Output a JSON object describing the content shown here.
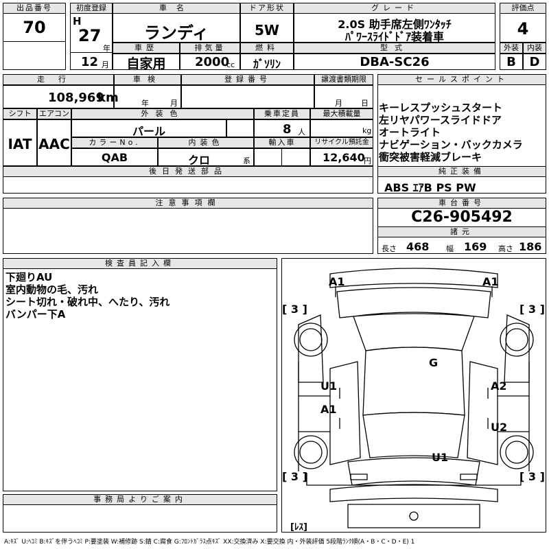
{
  "header": {
    "lot_label": "出品番号",
    "lot_no": "70",
    "first_reg_label": "初度登録",
    "era": "H",
    "year": "27",
    "year_unit": "年",
    "month": "12",
    "month_unit": "月",
    "car_name_label": "車名",
    "car_name": "ランディ",
    "door_label": "ドア形状",
    "door": "5W",
    "grade_label": "グレード",
    "grade_line1": "2.0S 助手席左側ﾜﾝﾀｯﾁ",
    "grade_line2": "ﾊﾟﾜｰｽﾗｲﾄﾞﾄﾞｱ装着車",
    "score_label": "評価点",
    "score": "4",
    "history_label": "車歴",
    "history": "自家用",
    "displacement_label": "排気量",
    "displacement": "2000",
    "displacement_unit": "cc",
    "fuel_label": "燃料",
    "fuel": "ｶﾞｿﾘﾝ",
    "model_label": "型式",
    "model": "DBA-SC26",
    "exterior_grade_label": "外装",
    "exterior_grade": "B",
    "interior_grade_label": "内装",
    "interior_grade": "D"
  },
  "row2": {
    "mileage_label": "走行",
    "mileage": "108,969",
    "mileage_unit": "km",
    "inspection_label": "車検",
    "insp_year_unit": "年",
    "insp_month_unit": "月",
    "reg_no_label": "登録番号",
    "transfer_label": "譲渡書類期限",
    "transfer_month_unit": "月",
    "transfer_day_unit": "日",
    "shift_label": "シフト",
    "shift": "IAT",
    "ac_label": "エアコン",
    "ac": "AAC",
    "color_label": "外装色",
    "color": "パール",
    "capacity_label": "乗車定員",
    "capacity": "8",
    "capacity_unit": "人",
    "max_load_label": "最大積載量",
    "max_load_unit": "kg",
    "color_no_label": "カラーNo.",
    "color_no": "QAB",
    "interior_color_label": "内装色",
    "interior_color": "クロ",
    "interior_color_unit": "系",
    "import_label": "輸入車",
    "recycle_label": "リサイクル預託金",
    "recycle": "12,640",
    "recycle_unit": "円",
    "later_parts_label": "後日発送部品"
  },
  "sales": {
    "label": "セールスポイント",
    "points": [
      "キーレスプッシュスタート",
      "左リヤパワースライドドア",
      "オートライト",
      "ナビゲーション・バックカメラ",
      "衝突被害軽減ブレーキ"
    ],
    "genuine_label": "純正装備",
    "genuine": "ABS ｴｱB PS PW"
  },
  "notes": {
    "label": "注意事項欄"
  },
  "chassis": {
    "label": "車台番号",
    "number": "C26-905492",
    "spec_label": "諸元",
    "length_label": "長さ",
    "length": "468",
    "width_label": "幅",
    "width": "169",
    "height_label": "高さ",
    "height": "186"
  },
  "inspector": {
    "label": "検査員記入欄",
    "lines": [
      "下廻りAU",
      "室内動物の毛、汚れ",
      "シート切れ・破れ中、へたり、汚れ",
      "バンパー下A"
    ]
  },
  "office": {
    "label": "事務局よりご案内"
  },
  "diagram": {
    "front_left": "A1",
    "front_right": "A1",
    "roof": "G",
    "left_front_door": "U1",
    "right_front_door": "A2",
    "left_rear_door": "A1",
    "right_rear_door": "U2",
    "rear": "U1",
    "tire_fl": "[ 3 ]",
    "tire_fr": "[ 3 ]",
    "tire_rl": "[ 3 ]",
    "tire_rr": "[ 3 ]",
    "spare": "[ﾚｽ]"
  },
  "legend": "A:ｷｽﾞ U:ﾍｺﾐ B:ｷｽﾞを伴うﾍｺﾐ P:要塗装 W:補修跡 S:錆 C:腐食 G:ﾌﾛﾝﾄｶﾞﾗｽ点ｷｽﾞ XX:交換済み X:要交換  内・外装評価 5段階ﾗﾝｸ順(A・B・C・D・E) 1"
}
